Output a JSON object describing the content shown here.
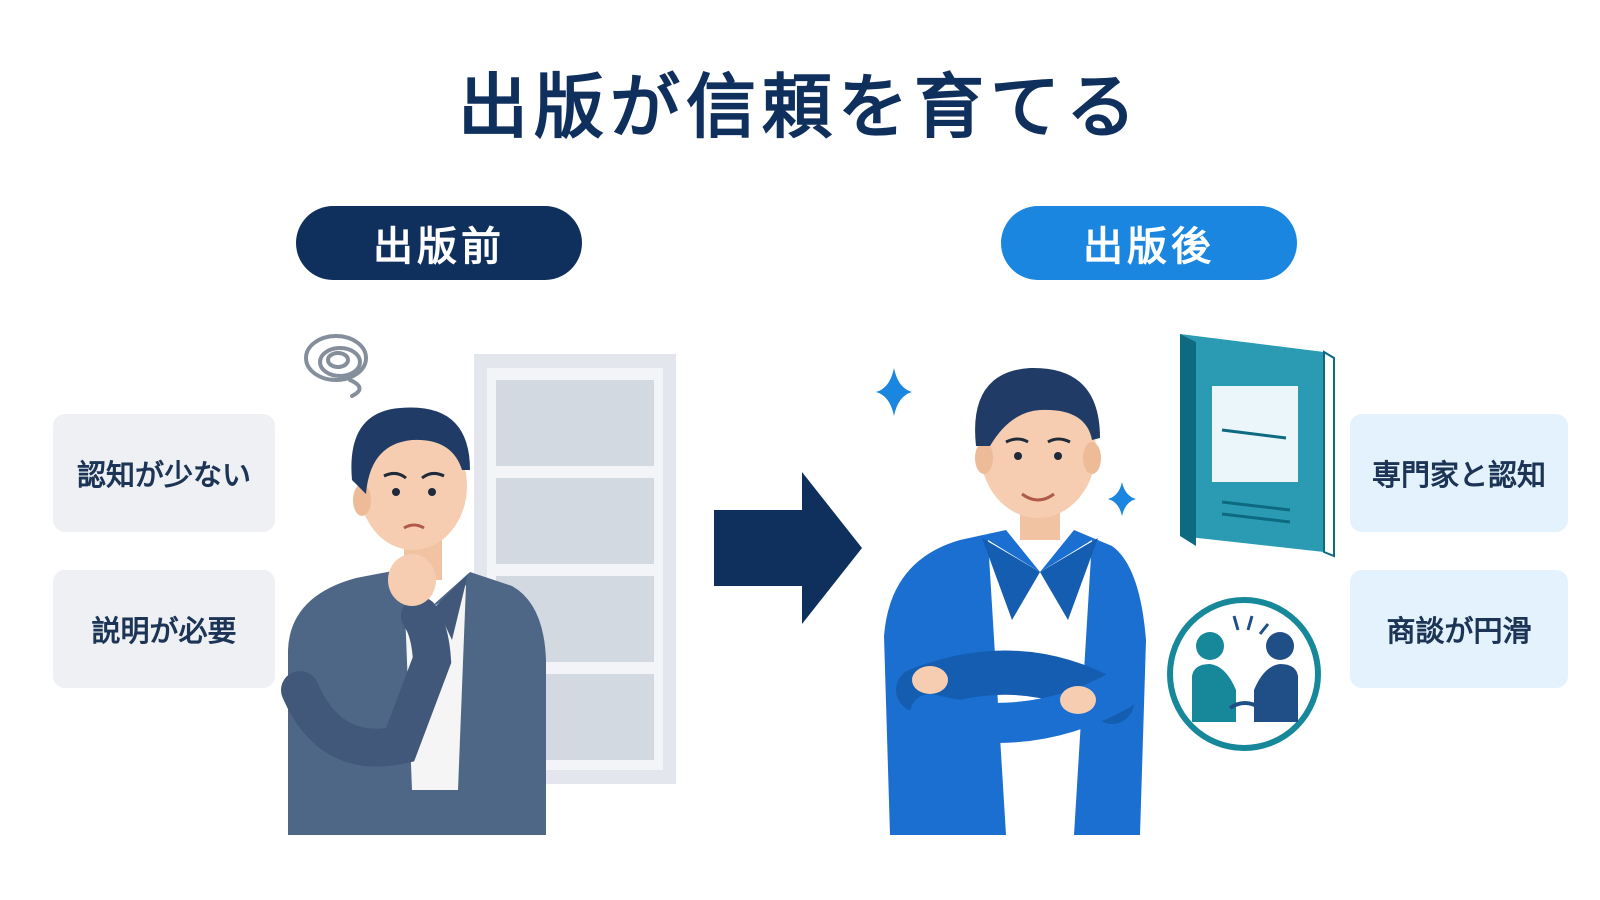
{
  "title": "出版が信頼を育てる",
  "before": {
    "label": "出版前",
    "items": [
      "認知が少ない",
      "説明が必要"
    ]
  },
  "after": {
    "label": "出版後",
    "items": [
      "専門家と認知",
      "商談が円滑"
    ]
  },
  "colors": {
    "navy": "#0f2f5c",
    "blue": "#1a86e0",
    "teal": "#17879a",
    "suit_gray": "#4f6787",
    "suit_blue": "#1a6fd0"
  }
}
